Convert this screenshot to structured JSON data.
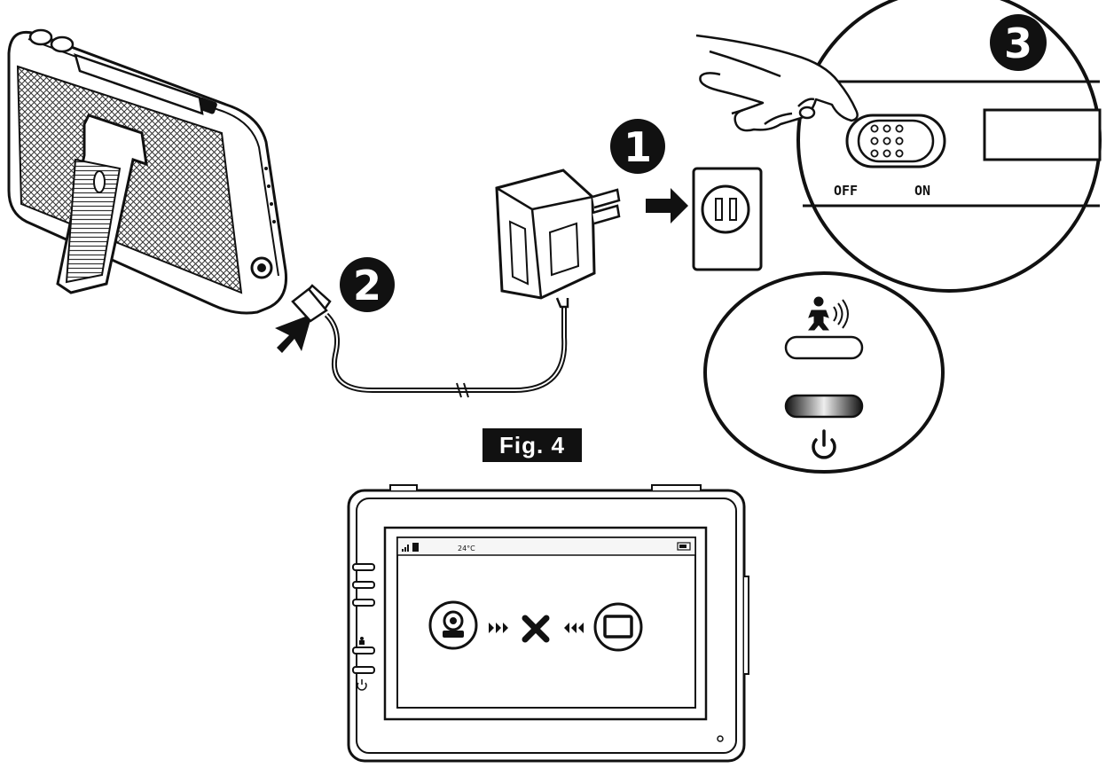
{
  "figure": {
    "label": "Fig. 4"
  },
  "steps": [
    {
      "number": "1"
    },
    {
      "number": "2"
    },
    {
      "number": "3"
    }
  ],
  "power_switch": {
    "off_label": "OFF",
    "on_label": "ON"
  },
  "screen_status": {
    "temperature": "24°C"
  },
  "icons": {
    "baby_sound": "baby-sound-icon",
    "power": "power-icon",
    "camera": "camera-icon",
    "monitor": "monitor-icon",
    "no_link": "x-icon"
  },
  "colors": {
    "ink": "#111111",
    "paper": "#ffffff"
  }
}
